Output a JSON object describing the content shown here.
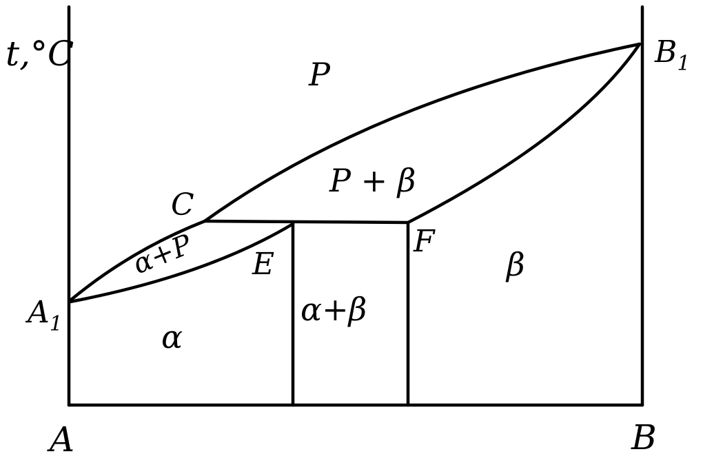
{
  "diagram": {
    "axis_label": "t,°C",
    "points": {
      "A": "A",
      "B": "B",
      "A1": "A",
      "A1_sub": "1",
      "B1": "B",
      "B1_sub": "1",
      "C": "C",
      "E": "E",
      "F": "F"
    },
    "regions": {
      "liquid": "P",
      "liquid_beta": "P + β",
      "alpha_liquid": "α+P",
      "beta": "β",
      "alpha": "α",
      "alpha_beta": "α+β"
    },
    "colors": {
      "line": "#000000",
      "background": "#ffffff"
    }
  }
}
